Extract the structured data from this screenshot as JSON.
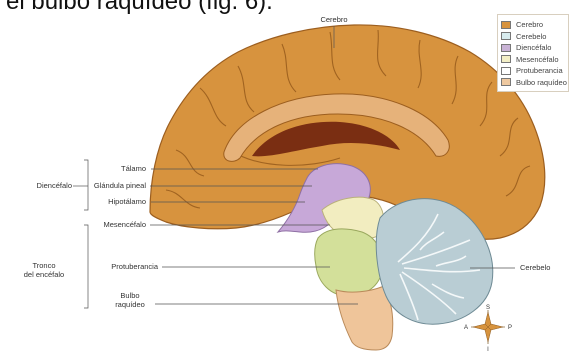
{
  "heading": {
    "text": "el bulbo raquídeo (fig. 6)."
  },
  "colors": {
    "cerebro": "#d7933e",
    "cerebelo": "#b9cdd4",
    "diencefalo": "#c7a8d8",
    "mesencefalo": "#f2edc0",
    "protuberancia": "#d3e09a",
    "bulbo": "#efc59a"
  },
  "legend": {
    "items": [
      {
        "label": "Cerebro",
        "color": "#d7933e"
      },
      {
        "label": "Cerebelo",
        "color": "#d8ecef"
      },
      {
        "label": "Diencéfalo",
        "color": "#c9b3d6"
      },
      {
        "label": "Mesencéfalo",
        "color": "#f3efc6"
      },
      {
        "label": "Protuberancia",
        "color": "#ffffff"
      },
      {
        "label": "Bulbo raquídeo",
        "color": "#efc9a0"
      }
    ]
  },
  "labels": {
    "cerebro": "Cerebro",
    "talamo": "Tálamo",
    "glandula": "Glándula pineal",
    "hipotalamo": "Hipotálamo",
    "diencefalo_group": "Diencéfalo",
    "mesencefalo": "Mesencéfalo",
    "protuberancia": "Protuberancia",
    "bulbo_line1": "Bulbo",
    "bulbo_line2": "raquídeo",
    "tronco_line1": "Tronco",
    "tronco_line2": "del encéfalo",
    "cerebelo": "Cerebelo"
  },
  "compass": {
    "north": "S",
    "south": "I",
    "west": "A",
    "east": "P"
  }
}
